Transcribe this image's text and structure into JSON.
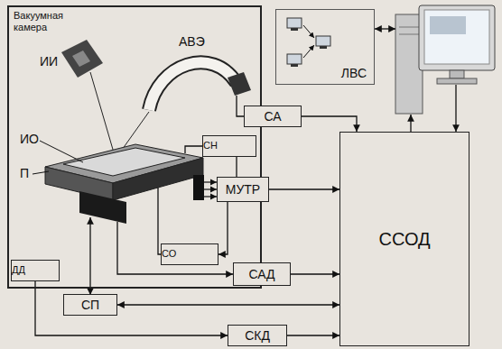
{
  "diagram": {
    "nodes": [
      {
        "text": [
          "Вакуумная камера"
        ]
      },
      {
        "text": [
          "СН"
        ],
        "in": 0
      },
      {
        "text": [
          "СО"
        ],
        "in": 0
      },
      {
        "text": [
          "ДД"
        ],
        "in": 0
      },
      {
        "text": [
          "ЛВС"
        ]
      },
      {
        "text": [
          "СА"
        ]
      },
      {
        "text": [
          "МУТР"
        ]
      },
      {
        "text": [
          "САД"
        ]
      },
      {
        "text": [
          "ССОД"
        ]
      },
      {
        "text": [
          "СП"
        ]
      },
      {
        "text": [
          "СКД"
        ]
      }
    ],
    "edges": [
      {
        "from": 5,
        "to": 8,
        "arrow": "to"
      },
      {
        "from": 6,
        "to": 8,
        "arrow": "to"
      },
      {
        "from": 7,
        "to": 8,
        "arrow": "to"
      },
      {
        "from": 8,
        "to": 9,
        "arrow": "both"
      },
      {
        "from": 10,
        "to": 8,
        "arrow": "to"
      },
      {
        "from": 3,
        "to": 10,
        "arrow": "to"
      },
      {
        "from": 6,
        "to": 2,
        "arrow": "to"
      },
      {
        "from": 6,
        "to": 1,
        "arrow": "none"
      }
    ],
    "labels": [
      "ИИ",
      "АВЭ",
      "ИО",
      "П"
    ]
  }
}
